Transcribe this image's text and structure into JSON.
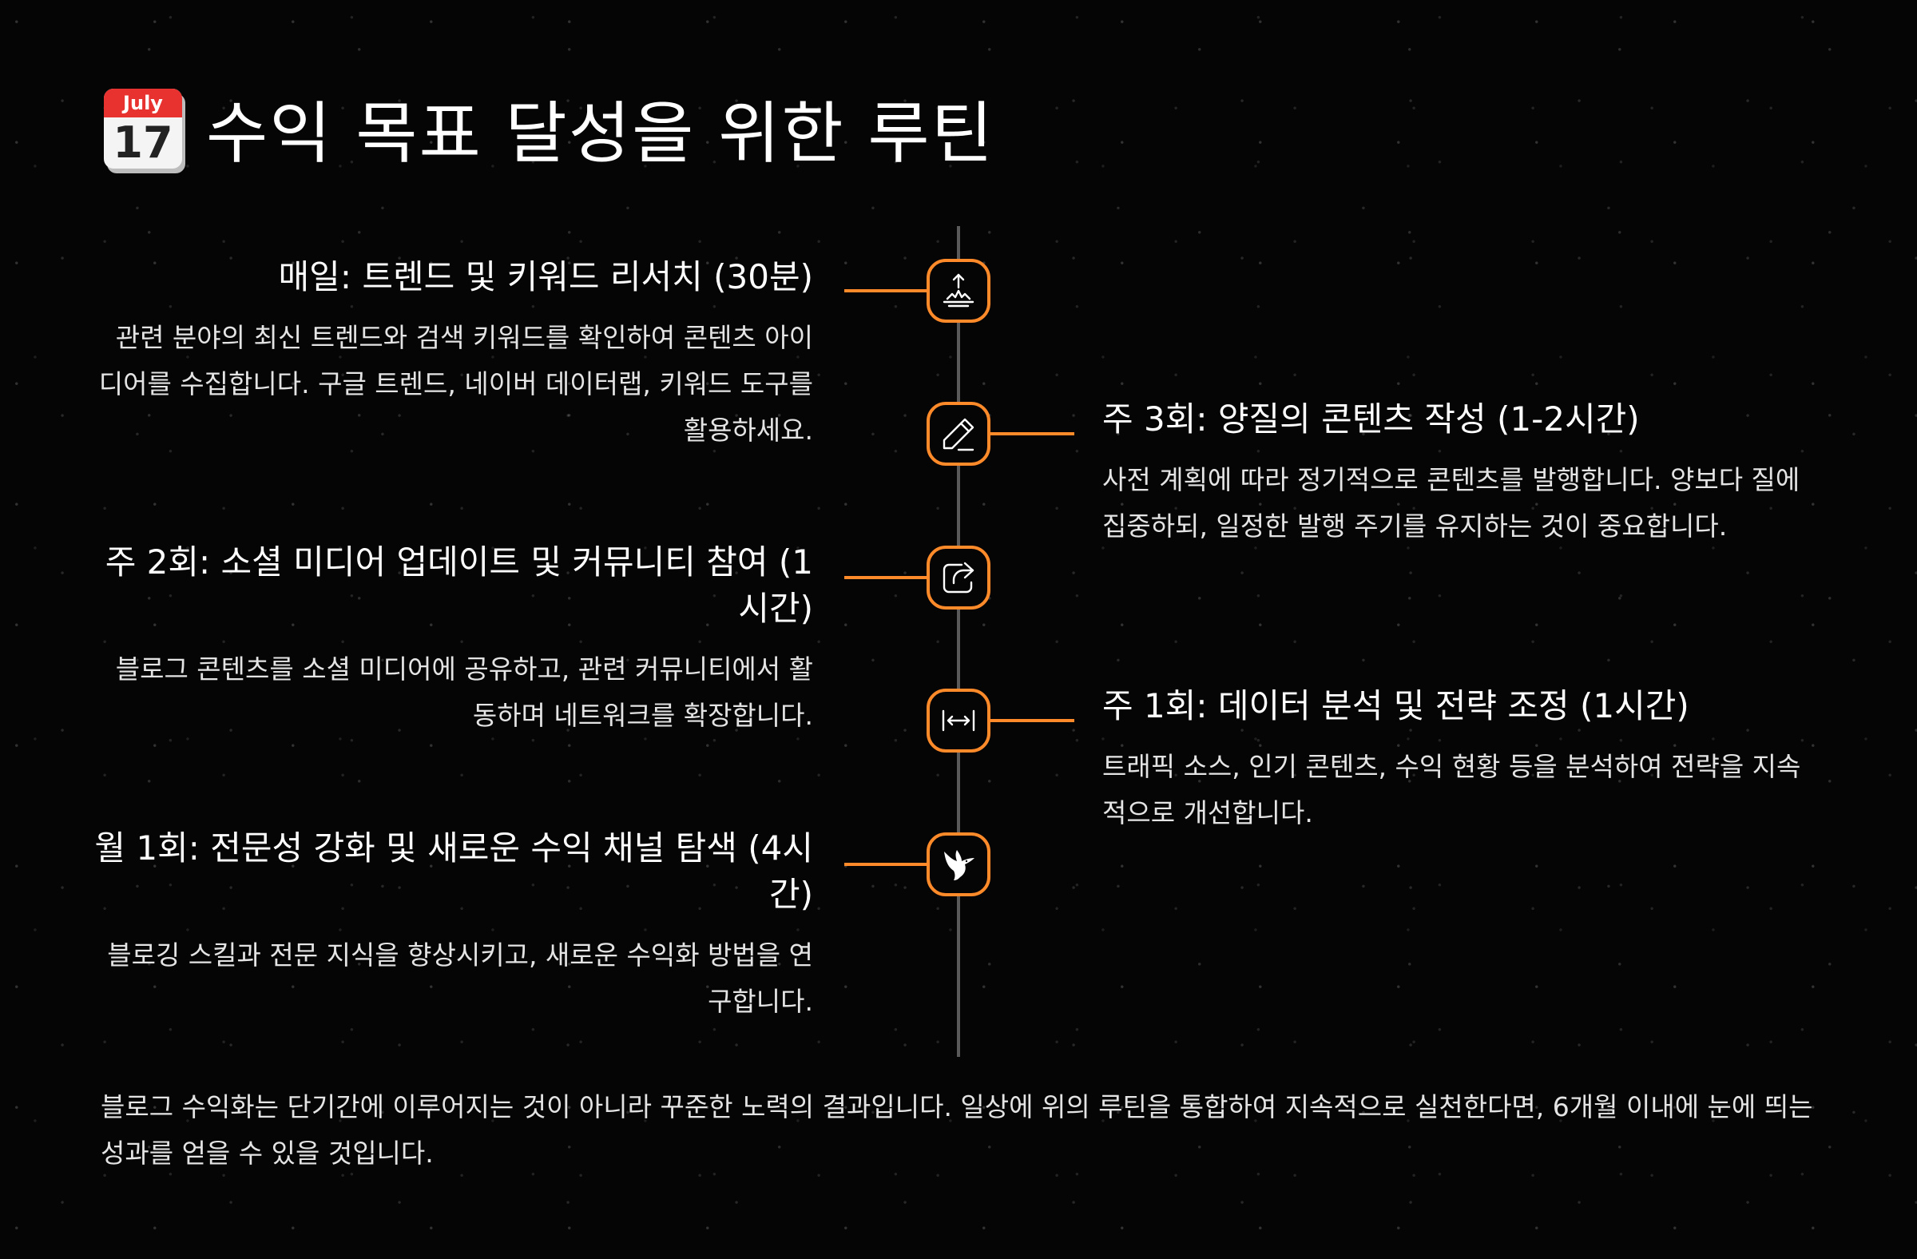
{
  "page": {
    "title": "수익 목표 달성을 위한 루틴",
    "icon": "calendar-icon",
    "calendar_month": "July",
    "calendar_day": "17"
  },
  "colors": {
    "background": "#050505",
    "accent": "#ff8a2a",
    "timeline_line": "#5a5a5a",
    "text": "#ffffff"
  },
  "routines": [
    {
      "title": "매일: 트렌드 및 키워드 리서치 (30분)",
      "description": "관련 분야의 최신 트렌드와 검색 키워드를 확인하여 콘텐츠 아이디어를 수집합니다. 구글 트렌드, 네이버 데이터랩, 키워드 도구를 활용하세요.",
      "icon": "sunrise-icon",
      "side": "left"
    },
    {
      "title": "주 3회: 양질의 콘텐츠 작성 (1-2시간)",
      "description": "사전 계획에 따라 정기적으로 콘텐츠를 발행합니다. 양보다 질에 집중하되, 일정한 발행 주기를 유지하는 것이 중요합니다.",
      "icon": "pencil-icon",
      "side": "right"
    },
    {
      "title": "주 2회: 소셜 미디어 업데이트 및 커뮤니티 참여 (1시간)",
      "description": "블로그 콘텐츠를 소셜 미디어에 공유하고, 관련 커뮤니티에서 활동하며 네트워크를 확장합니다.",
      "icon": "share-icon",
      "side": "left"
    },
    {
      "title": "주 1회: 데이터 분석 및 전략 조정 (1시간)",
      "description": "트래픽 소스, 인기 콘텐츠, 수익 현황 등을 분석하여 전략을 지속적으로 개선합니다.",
      "icon": "arrows-horizontal-icon",
      "side": "right"
    },
    {
      "title": "월 1회: 전문성 강화 및 새로운 수익 채널 탐색 (4시간)",
      "description": "블로깅 스킬과 전문 지식을 향상시키고, 새로운 수익화 방법을 연구합니다.",
      "icon": "bird-icon",
      "side": "left"
    }
  ],
  "footer": {
    "text": "블로그 수익화는 단기간에 이루어지는 것이 아니라 꾸준한 노력의 결과입니다. 일상에 위의 루틴을 통합하여 지속적으로 실천한다면, 6개월 이내에 눈에 띄는 성과를 얻을 수 있을 것입니다."
  }
}
